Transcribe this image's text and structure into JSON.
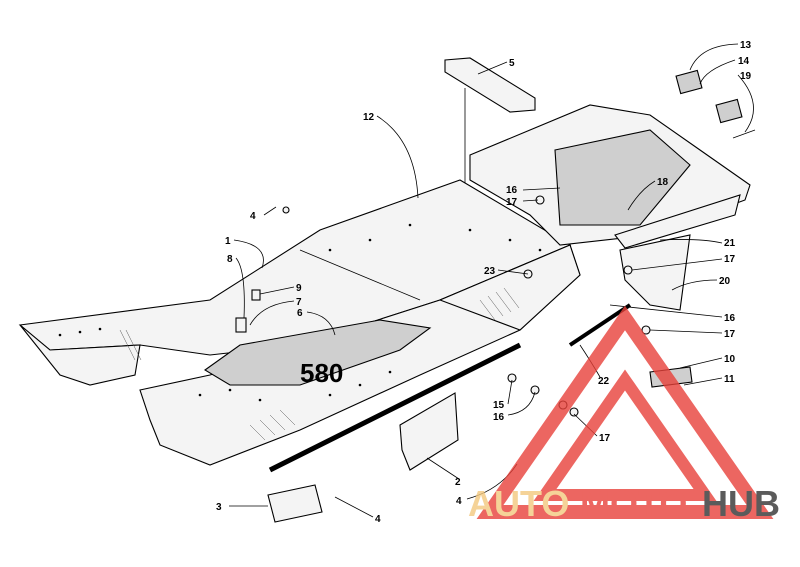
{
  "callouts": [
    {
      "id": "1",
      "label": "1"
    },
    {
      "id": "2",
      "label": "2"
    },
    {
      "id": "3",
      "label": "3"
    },
    {
      "id": "4a",
      "label": "4"
    },
    {
      "id": "4b",
      "label": "4"
    },
    {
      "id": "4c",
      "label": "4"
    },
    {
      "id": "5",
      "label": "5"
    },
    {
      "id": "6",
      "label": "6"
    },
    {
      "id": "7",
      "label": "7"
    },
    {
      "id": "8",
      "label": "8"
    },
    {
      "id": "9",
      "label": "9"
    },
    {
      "id": "10",
      "label": "10"
    },
    {
      "id": "11",
      "label": "11"
    },
    {
      "id": "12",
      "label": "12"
    },
    {
      "id": "13",
      "label": "13"
    },
    {
      "id": "14",
      "label": "14"
    },
    {
      "id": "15",
      "label": "15"
    },
    {
      "id": "16a",
      "label": "16"
    },
    {
      "id": "16b",
      "label": "16"
    },
    {
      "id": "16c",
      "label": "16"
    },
    {
      "id": "17a",
      "label": "17"
    },
    {
      "id": "17b",
      "label": "17"
    },
    {
      "id": "17c",
      "label": "17"
    },
    {
      "id": "17d",
      "label": "17"
    },
    {
      "id": "18",
      "label": "18"
    },
    {
      "id": "19",
      "label": "19"
    },
    {
      "id": "20",
      "label": "20"
    },
    {
      "id": "21",
      "label": "21"
    },
    {
      "id": "22",
      "label": "22"
    },
    {
      "id": "23",
      "label": "23"
    }
  ],
  "decal": {
    "text": "580"
  },
  "watermark": {
    "part1": "AUTO",
    "part2": "MOTO",
    "part3": "HUB",
    "color_light": "#f3c97f",
    "color_red": "#e8413a",
    "color_dark": "#333333"
  },
  "colors": {
    "line": "#000000",
    "background": "#ffffff"
  }
}
